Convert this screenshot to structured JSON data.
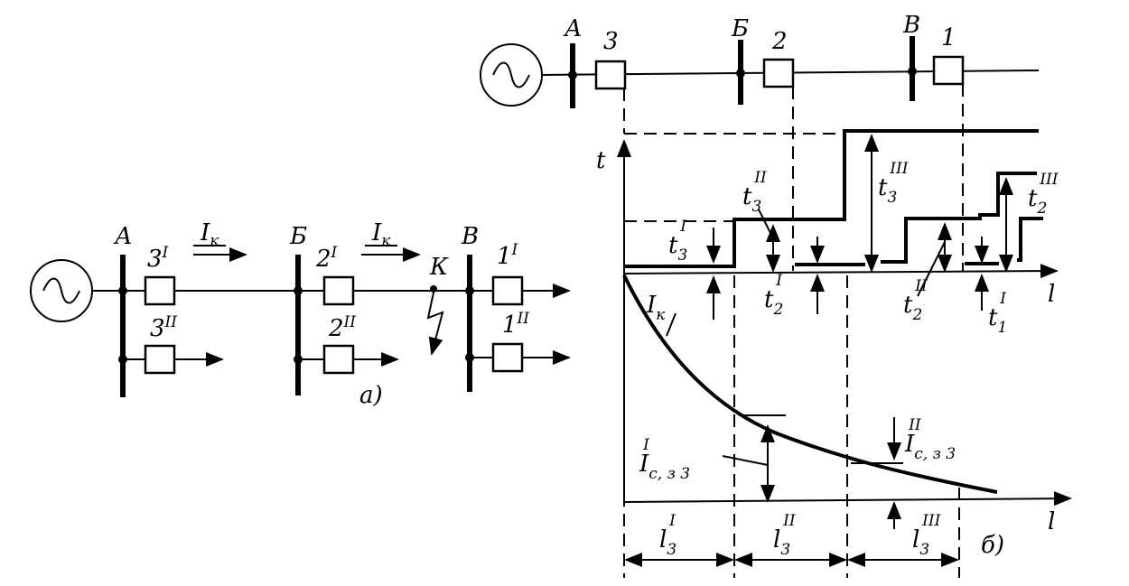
{
  "diagram_a": {
    "bus_a": "А",
    "bus_b": "Б",
    "bus_v": "В",
    "br_3p": "3",
    "br_3pp": "3",
    "br_2p": "2",
    "br_2pp": "2",
    "br_1p": "1",
    "br_1pp": "1",
    "sup_i": "I",
    "sup_ii": "II",
    "current_1": "I",
    "current_1_sub": "к",
    "current_2": "I",
    "current_2_sub": "к",
    "fault": "К",
    "caption": "а)"
  },
  "diagram_b": {
    "bus_a": "А",
    "bus_b": "Б",
    "bus_v": "В",
    "br_3": "3",
    "br_2": "2",
    "br_1": "1",
    "t_axis": "t",
    "l_axis_top": "l",
    "l_axis_bottom": "l",
    "t3": "t",
    "t3_sub": "3",
    "t3_sup": "I",
    "t3ii": "t",
    "t3ii_sub": "3",
    "t3ii_sup": "II",
    "t3iii": "t",
    "t3iii_sub": "3",
    "t3iii_sup": "III",
    "t2": "t",
    "t2_sub": "2",
    "t2_sup": "I",
    "t2ii": "t",
    "t2ii_sub": "2",
    "t2ii_sup": "II",
    "t2iii": "t",
    "t2iii_sub": "2",
    "t2iii_sup": "III",
    "t1": "t",
    "t1_sub": "1",
    "t1_sup": "I",
    "ik": "I",
    "ik_sub": "к",
    "ics1": "I",
    "ics1_sub": "с, з 3",
    "ics1_sup": "I",
    "ics2": "I",
    "ics2_sub": "с, з 3",
    "ics2_sup": "II",
    "l3i": "l",
    "l3i_sub": "3",
    "l3i_sup": "I",
    "l3ii": "l",
    "l3ii_sub": "3",
    "l3ii_sup": "II",
    "l3iii": "l",
    "l3iii_sub": "3",
    "l3iii_sup": "III",
    "caption": "б)"
  }
}
